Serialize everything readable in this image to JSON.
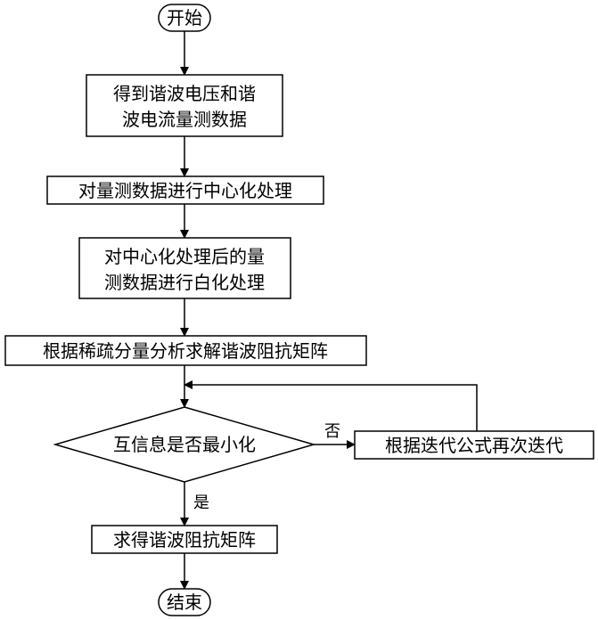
{
  "diagram": {
    "start": "开始",
    "step1_line1": "得到谐波电压和谐",
    "step1_line2": "波电流量测数据",
    "step2": "对量测数据进行中心化处理",
    "step3_line1": "对中心化处理后的量",
    "step3_line2": "测数据进行白化处理",
    "step4": "根据稀疏分量分析求解谐波阻抗矩阵",
    "decision": "互信息是否最小化",
    "no_label": "否",
    "iterate": "根据迭代公式再次迭代",
    "yes_label": "是",
    "result": "求得谐波阻抗矩阵",
    "end": "结束"
  }
}
